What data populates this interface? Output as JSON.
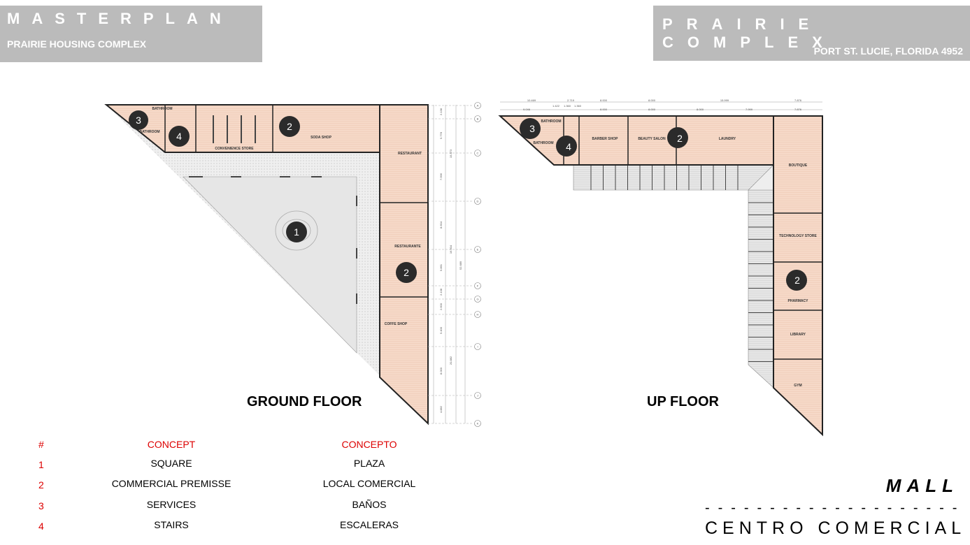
{
  "header_left": {
    "title": "MASTERPLAN",
    "subtitle": "PRAIRIE HOUSING COMPLEX"
  },
  "header_right": {
    "title": "PRAIRIE COMPLEX",
    "subtitle": "PORT ST. LUCIE, FLORIDA 4952"
  },
  "colors": {
    "header_bg": "#bbbbbb",
    "room_fill": "#f6d9c8",
    "walkway": "#e4e4e4",
    "marker": "#2b2b2b",
    "legend_red": "#dd0000"
  },
  "ground_floor": {
    "title": "GROUND FLOOR",
    "rooms": [
      "BATHROOM",
      "BATHROOM",
      "CONVENIENCE STORE",
      "SODA SHOP",
      "RESTAURANT",
      "RESTAURANTE",
      "COFFE SHOP"
    ],
    "markers": [
      "3",
      "4",
      "2",
      "1",
      "2"
    ],
    "grid": [
      "A",
      "B",
      "C",
      "D",
      "E",
      "F",
      "G",
      "H",
      "I",
      "J",
      "K"
    ],
    "dims": [
      "2.138",
      "5.778",
      "7.996",
      "8.604",
      "5.861",
      "2.138",
      "2.600",
      "5.400",
      "8.000",
      "4.882",
      "15.873",
      "16.604",
      "20.882",
      "52.689"
    ]
  },
  "up_floor": {
    "title": "UP FLOOR",
    "rooms": [
      "BATHROOM",
      "BATHROOM",
      "BARBER SHOP",
      "BEAUTY SALON",
      "LAUNDRY",
      "BOUTIQUE",
      "TECHNOLOGY STORE",
      "PHARMACY",
      "LIBRARY",
      "GYM"
    ],
    "markers": [
      "3",
      "4",
      "2",
      "2"
    ],
    "dims_top": [
      "10.469",
      "2.719",
      "8.000",
      "8.000",
      "15.999",
      "7.876"
    ],
    "dims_bottom": [
      "9.046",
      "1.422",
      "1.360",
      "1.360",
      "8.000",
      "8.000",
      "8.000",
      "7.999",
      "7.876"
    ]
  },
  "legend": {
    "headers": [
      "#",
      "CONCEPT",
      "CONCEPTO"
    ],
    "rows": [
      {
        "num": "1",
        "concept": "SQUARE",
        "concepto": "PLAZA"
      },
      {
        "num": "2",
        "concept": "COMMERCIAL PREMISSE",
        "concepto": "LOCAL COMERCIAL"
      },
      {
        "num": "3",
        "concept": "SERVICES",
        "concepto": "BAÑOS"
      },
      {
        "num": "4",
        "concept": "STAIRS",
        "concepto": "ESCALERAS"
      }
    ]
  },
  "footer": {
    "title": "MALL",
    "dashes": "- - - - - - - - - - - - - - - - - - - - - - - -",
    "subtitle": "CENTRO COMERCIAL"
  }
}
